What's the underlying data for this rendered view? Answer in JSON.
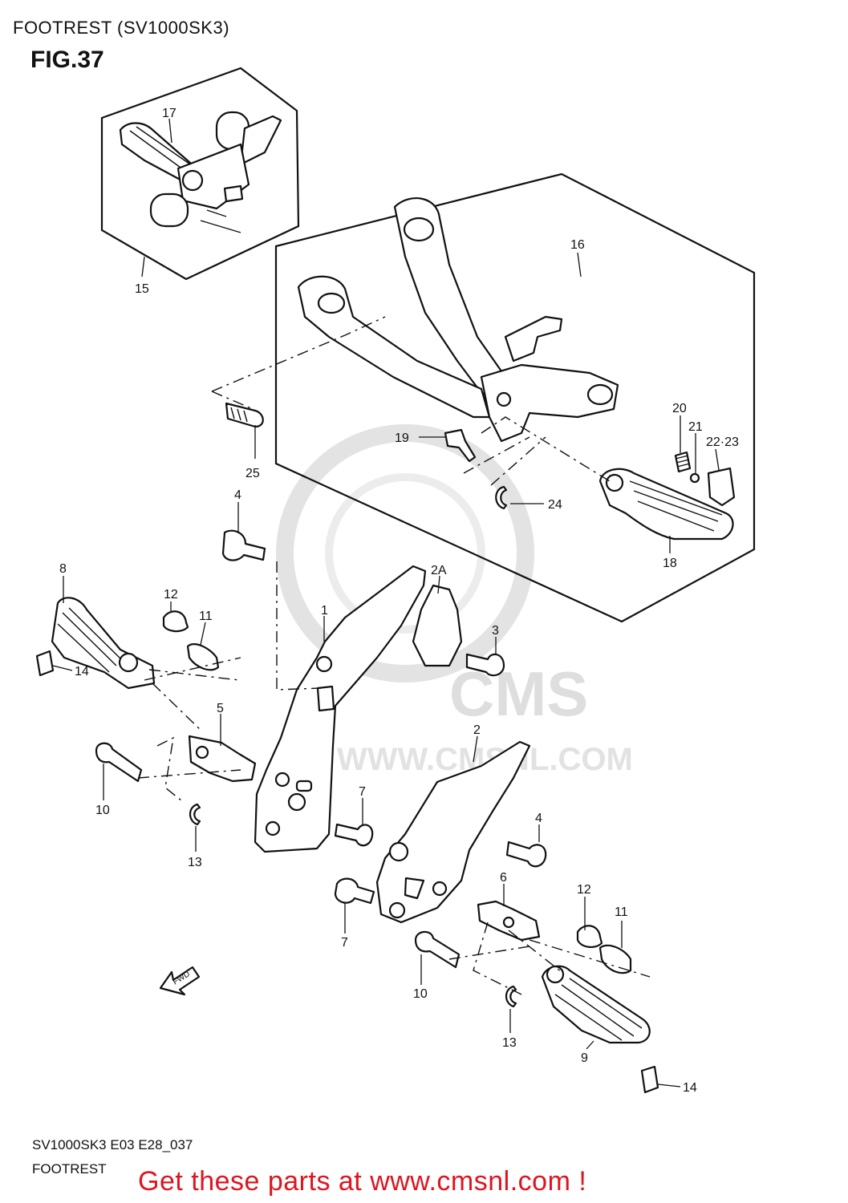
{
  "header": {
    "title": "FOOTREST (SV1000SK3)",
    "figure": "FIG.37"
  },
  "watermark": {
    "brand": "CMS",
    "url": "WWW.CMSNL.COM",
    "color": "#d9d9d9"
  },
  "direction_marker": {
    "text": "FWD"
  },
  "callouts": {
    "c1": "1",
    "c2": "2",
    "c2a": "2A",
    "c3": "3",
    "c4a": "4",
    "c4b": "4",
    "c5": "5",
    "c6": "6",
    "c7a": "7",
    "c7b": "7",
    "c8": "8",
    "c9": "9",
    "c10a": "10",
    "c10b": "10",
    "c11a": "11",
    "c11b": "11",
    "c12a": "12",
    "c12b": "12",
    "c13a": "13",
    "c13b": "13",
    "c14a": "14",
    "c14b": "14",
    "c15": "15",
    "c16": "16",
    "c17": "17",
    "c18": "18",
    "c19": "19",
    "c20": "20",
    "c21": "21",
    "c2223": "22·23",
    "c24": "24",
    "c25": "25"
  },
  "footer": {
    "code": "SV1000SK3 E03 E28_037",
    "label": "FOOTREST",
    "promo": "Get these parts at www.cmsnl.com !",
    "promo_color": "#e0141e"
  }
}
